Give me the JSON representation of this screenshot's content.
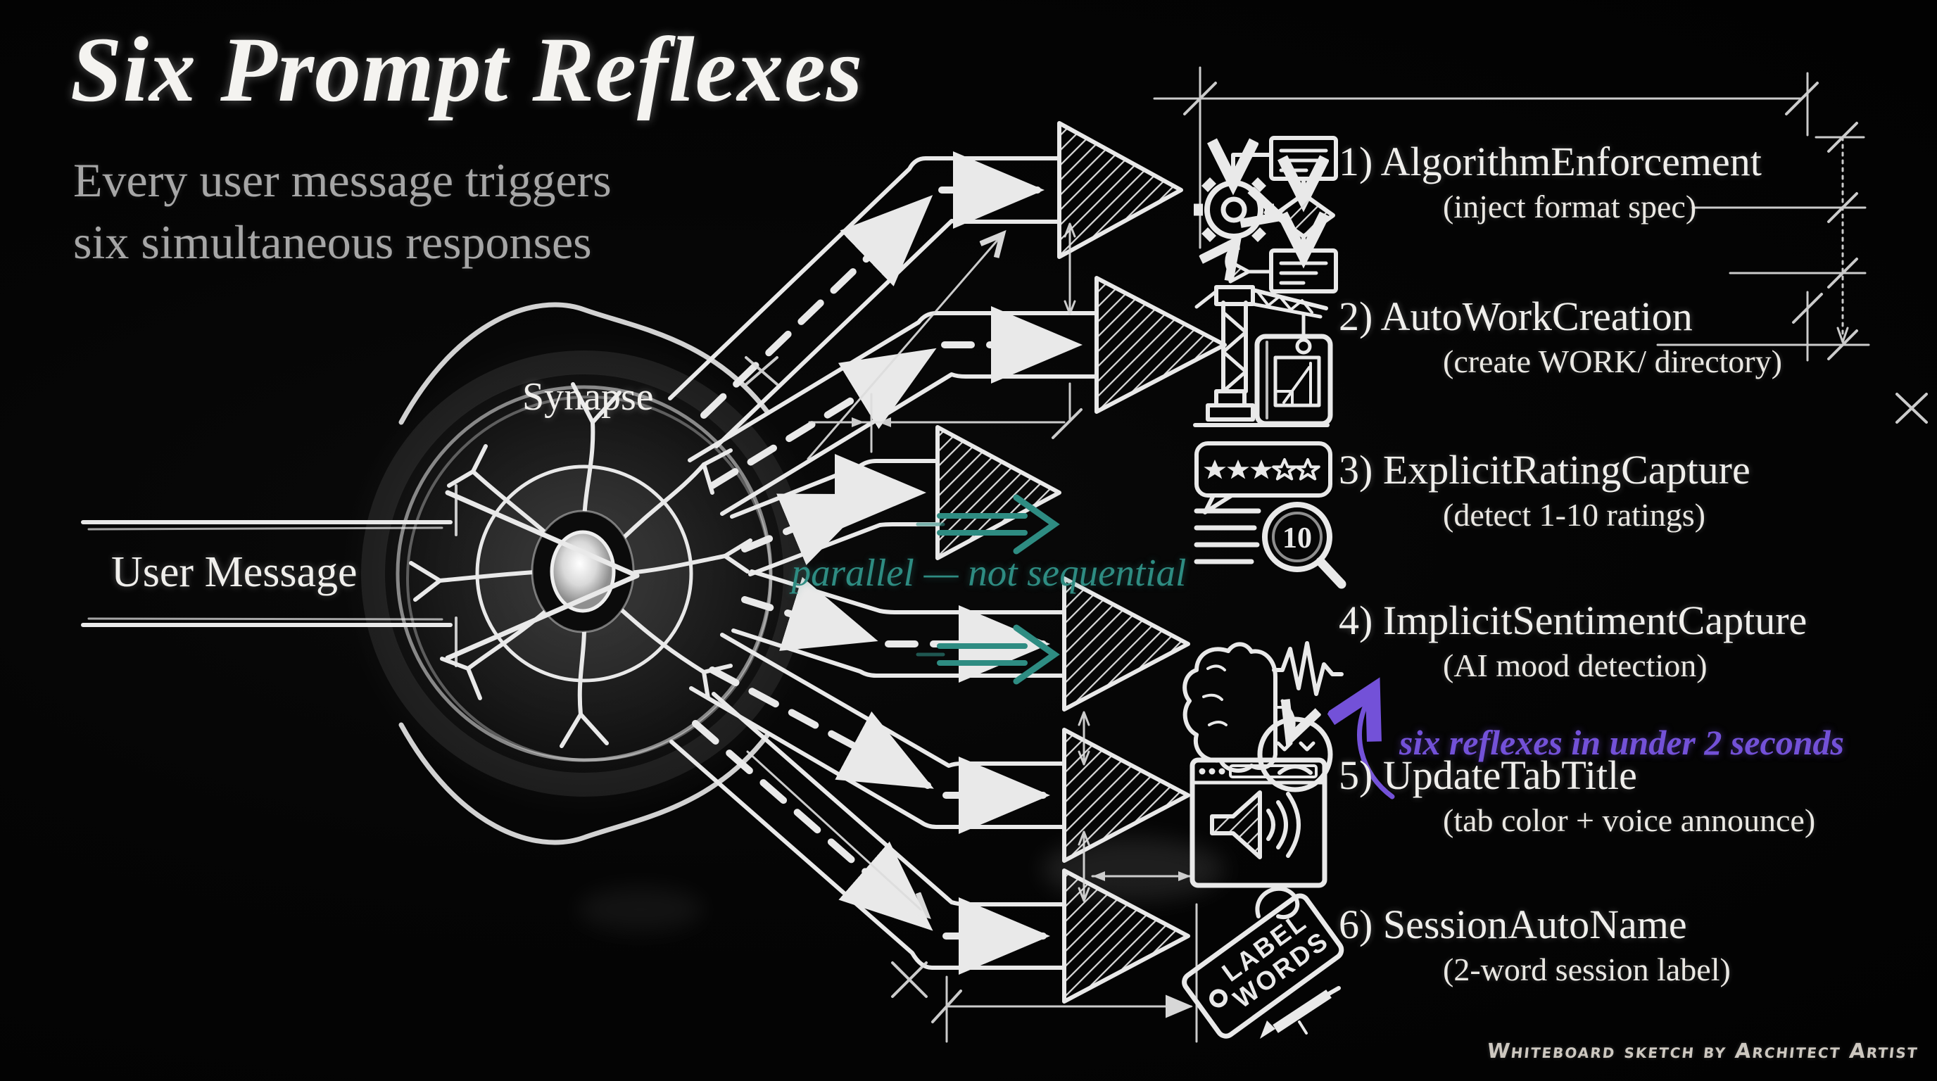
{
  "title": "Six Prompt Reflexes",
  "subtitle": {
    "line1": "Every user message triggers",
    "line2": "six simultaneous responses"
  },
  "synapse_label": "Synapse",
  "user_message_label": "User Message",
  "parallel_note": "parallel — not sequential",
  "speed_note": "six reflexes in under 2 seconds",
  "credit": "Whiteboard sketch by Architect Artist",
  "colors": {
    "background": "#050505",
    "chalk": "#e9e9e9",
    "subtitle_gray": "#a6a6a6",
    "teal_accent": "#2e8c82",
    "purple_accent": "#7351d8",
    "credit_gray": "#cdc8c0"
  },
  "reflexes": [
    {
      "number": "1)",
      "name": "AlgorithmEnforcement",
      "description": "(inject format spec)",
      "icon": "gear-flowchart-icon"
    },
    {
      "number": "2)",
      "name": "AutoWorkCreation",
      "description": "(create WORK/ directory)",
      "icon": "crane-blueprint-icon"
    },
    {
      "number": "3)",
      "name": "ExplicitRatingCapture",
      "description": "(detect 1-10 ratings)",
      "icon": "star-rating-magnifier-icon"
    },
    {
      "number": "4)",
      "name": "ImplicitSentimentCapture",
      "description": "(AI mood detection)",
      "icon": "brain-mood-icon"
    },
    {
      "number": "5)",
      "name": "UpdateTabTitle",
      "description": "(tab color + voice announce)",
      "icon": "browser-speaker-icon"
    },
    {
      "number": "6)",
      "name": "SessionAutoName",
      "description": "(2-word session label)",
      "icon": "label-tag-icon"
    }
  ],
  "icon_texts": {
    "rating_magnifier_value": "10",
    "tag_line1": "LABEL",
    "tag_line2": "WORDS"
  }
}
